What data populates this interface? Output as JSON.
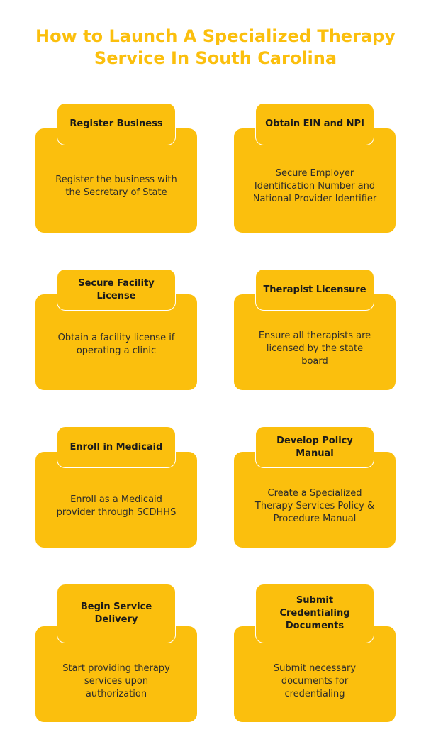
{
  "title_line1": "How to Launch A Specialized Therapy",
  "title_line2": "Service In South Carolina",
  "colors": {
    "card": "#FBBF0D",
    "title": "#FBBF0D",
    "background": "#ffffff"
  },
  "steps": [
    {
      "heading": "Register Business",
      "text": "Register the business with the Secretary of State"
    },
    {
      "heading": "Obtain EIN and NPI",
      "text": "Secure Employer Identification Number and National Provider Identifier"
    },
    {
      "heading": "Secure Facility License",
      "text": "Obtain a facility license if operating a clinic"
    },
    {
      "heading": "Therapist Licensure",
      "text": "Ensure all therapists are licensed by the state board"
    },
    {
      "heading": "Enroll in Medicaid",
      "text": "Enroll as a Medicaid provider through SCDHHS"
    },
    {
      "heading": "Develop Policy Manual",
      "text": "Create a Specialized Therapy Services Policy & Procedure Manual"
    },
    {
      "heading": "Begin Service Delivery",
      "text": "Start providing therapy services upon authorization"
    },
    {
      "heading": "Submit Credentialing Documents",
      "text": "Submit necessary documents for credentialing"
    }
  ]
}
